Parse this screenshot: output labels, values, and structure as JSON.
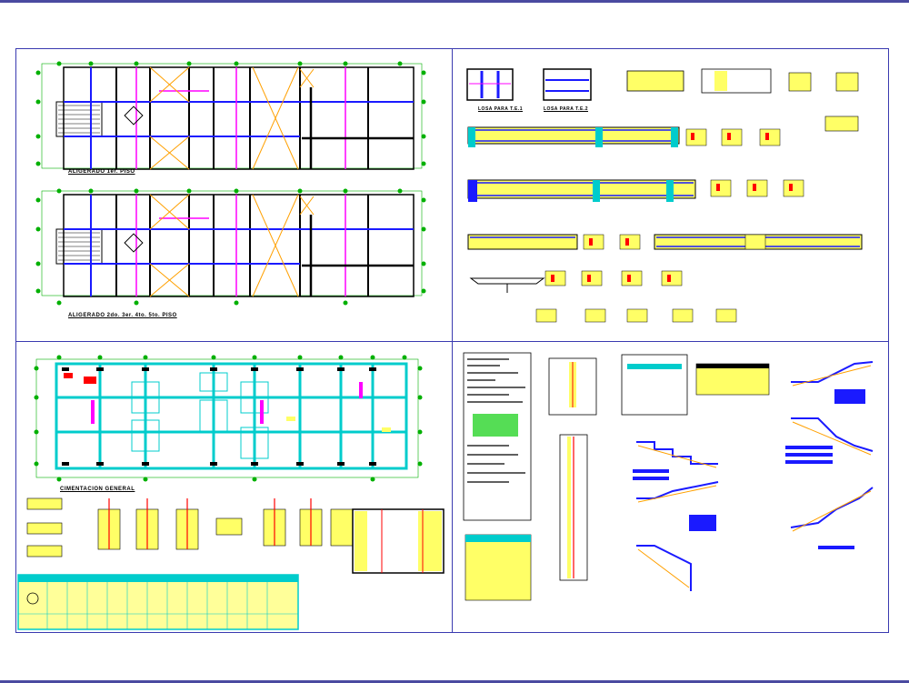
{
  "drawing": {
    "labels": {
      "plan_1": "ALIGERADO 1er. PISO",
      "plan_2": "ALIGERADO 2do. 3er. 4to. 5to. PISO",
      "foundation": "CIMENTACION GENERAL",
      "losa_1": "LOSA PARA T.E.1",
      "losa_2": "LOSA PARA T.E.2"
    }
  },
  "colors": {
    "frame": "#3a3ab0",
    "wall": "#000000",
    "beam": "#1a1aff",
    "column": "#ff00ff",
    "accent": "#ffa000",
    "grid": "#00b000",
    "fill_yellow": "#ffff66",
    "foundation": "#00cccc",
    "rebar": "#ff0000"
  }
}
